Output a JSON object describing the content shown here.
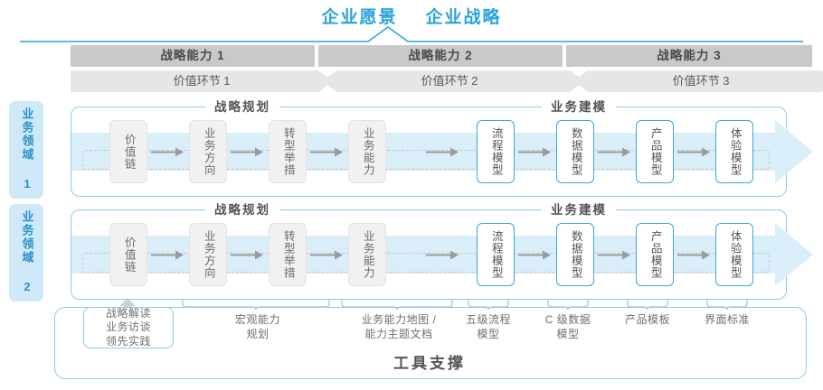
{
  "header": {
    "title_left": "企业愿景",
    "title_right": "企业战略"
  },
  "capabilities": [
    {
      "label": "战略能力 1"
    },
    {
      "label": "战略能力 2"
    },
    {
      "label": "战略能力 3"
    }
  ],
  "value_chain": [
    {
      "label": "价值环节 1"
    },
    {
      "label": "价值环节 2"
    },
    {
      "label": "价值环节 3"
    }
  ],
  "side_labels": [
    {
      "label": "业务领域 1"
    },
    {
      "label": "业务领域 2"
    }
  ],
  "sections": {
    "left_title": "战略规划",
    "right_title": "业务建模"
  },
  "nodes": {
    "planning": [
      {
        "label": "价值链"
      },
      {
        "label": "业务方向"
      },
      {
        "label": "转型举措"
      },
      {
        "label": "业务能力"
      }
    ],
    "modeling": [
      {
        "label": "流程模型"
      },
      {
        "label": "数据模型"
      },
      {
        "label": "产品模型"
      },
      {
        "label": "体验模型"
      }
    ]
  },
  "tool_support": {
    "first_box": "战略解读\n业务访谈\n领先实践",
    "first_box_lines": [
      "战略解读",
      "业务访谈",
      "领先实践"
    ],
    "captions": [
      {
        "label": "宏观能力\n规划",
        "lines": [
          "宏观能力",
          "规划"
        ]
      },
      {
        "label": "业务能力地图 /\n能力主题文档",
        "lines": [
          "业务能力地图 /",
          "能力主题文档"
        ]
      },
      {
        "label": "五级流程\n模型",
        "lines": [
          "五级流程",
          "模型"
        ]
      },
      {
        "label": "C 级数据\n模型",
        "lines": [
          "C 级数据",
          "模型"
        ]
      },
      {
        "label": "产品模板",
        "lines": [
          "产品模板"
        ]
      },
      {
        "label": "界面标准",
        "lines": [
          "界面标准"
        ]
      }
    ],
    "footer_title": "工具支撑"
  },
  "colors": {
    "accent_blue": "#29a3dc",
    "border_blue": "#8ecbe8",
    "band_blue": "#daeef9",
    "bar_gray": "#c9c9c9",
    "bar_light": "#e6e6e6",
    "node_gray": "#f1f1f1",
    "text_gray": "#555555"
  }
}
